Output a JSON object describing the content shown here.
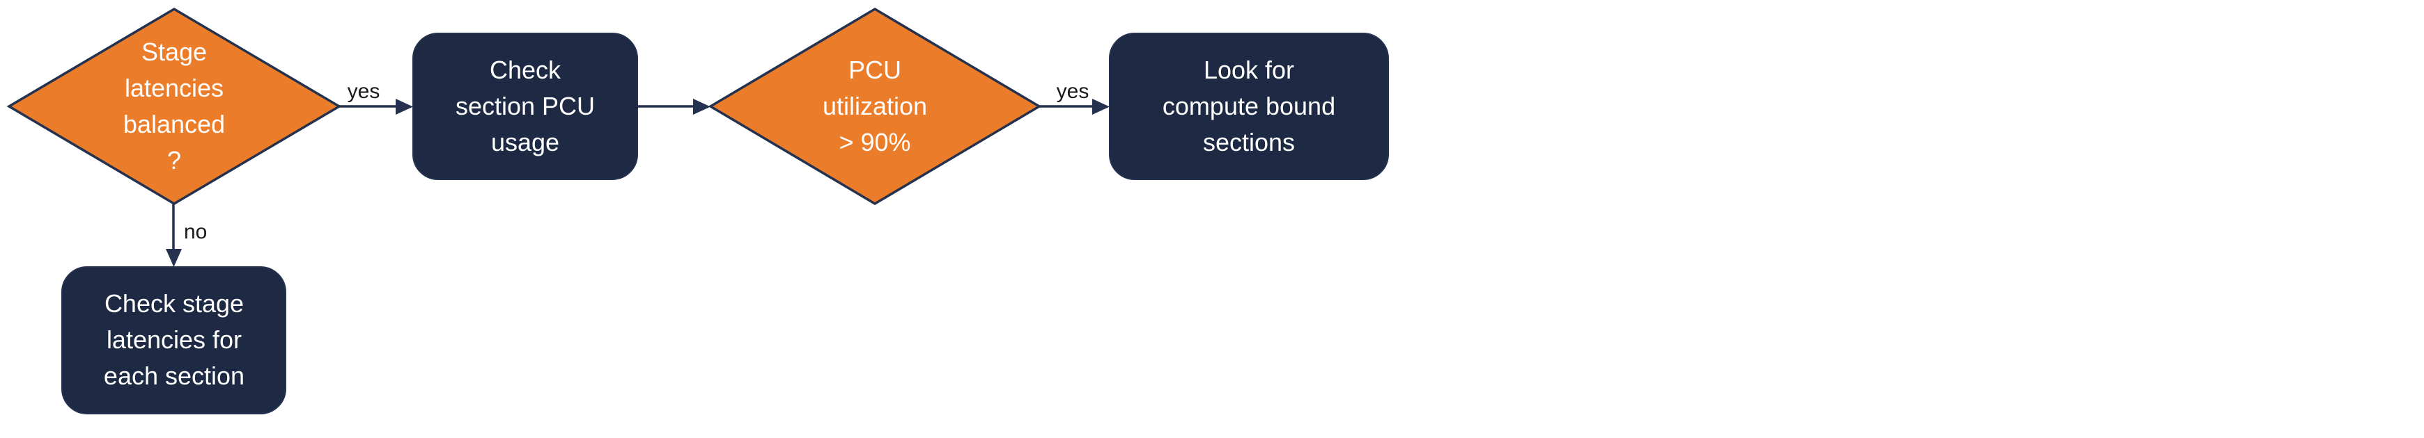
{
  "colors": {
    "background": "#FFFFFF",
    "node_fill_orange": "#EA7C2A",
    "node_fill_navy": "#1E2A44",
    "outline_navy": "#24324F",
    "arrow_navy": "#24324F",
    "text_on_node": "#FFFFFF",
    "edge_label": "#1A1A1A"
  },
  "nodes": {
    "decision_stage_latencies": {
      "type": "decision",
      "label": "Stage\nlatencies\nbalanced\n?"
    },
    "process_check_section_pcu": {
      "type": "process",
      "label": "Check\nsection PCU\nusage"
    },
    "decision_pcu_utilization": {
      "type": "decision",
      "label": "PCU\nutilization\n> 90%"
    },
    "process_look_compute_bound": {
      "type": "process",
      "label": "Look for\ncompute bound\nsections"
    },
    "process_check_stage_latencies": {
      "type": "process",
      "label": "Check stage\nlatencies for\neach section"
    }
  },
  "edges": {
    "stage_balanced_yes": {
      "from": "decision_stage_latencies",
      "to": "process_check_section_pcu",
      "label": "yes"
    },
    "check_pcu_to_utilization": {
      "from": "process_check_section_pcu",
      "to": "decision_pcu_utilization",
      "label": ""
    },
    "utilization_yes": {
      "from": "decision_pcu_utilization",
      "to": "process_look_compute_bound",
      "label": "yes"
    },
    "stage_balanced_no": {
      "from": "decision_stage_latencies",
      "to": "process_check_stage_latencies",
      "label": "no"
    }
  }
}
